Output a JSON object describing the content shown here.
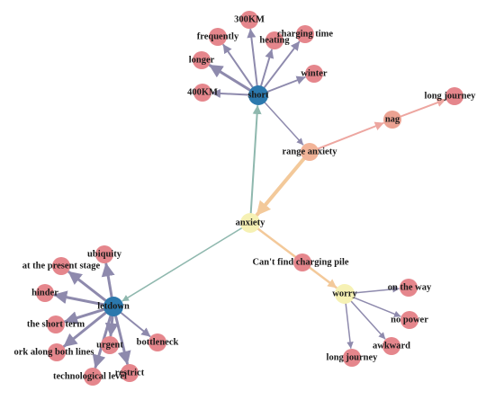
{
  "graph": {
    "colors": {
      "pink": "#e5868c",
      "blue": "#2b78ad",
      "yellow": "#f6f1b4",
      "peach": "#f2b498",
      "salmon": "#eba292",
      "purple_edge": "#8e8aad",
      "teal_edge": "#8fb8ae",
      "orange_edge": "#f3c99a",
      "pinkedge": "#eda6a0"
    },
    "nodes": [
      {
        "id": "short",
        "label": "short",
        "color": "blue"
      },
      {
        "id": "300km",
        "label": "300KM",
        "color": "pink"
      },
      {
        "id": "frequently",
        "label": "frequently",
        "color": "pink"
      },
      {
        "id": "heating",
        "label": "heating",
        "color": "pink"
      },
      {
        "id": "charging_time",
        "label": "charging time",
        "color": "pink"
      },
      {
        "id": "longer",
        "label": "longer",
        "color": "pink"
      },
      {
        "id": "winter",
        "label": "winter",
        "color": "pink"
      },
      {
        "id": "400km",
        "label": "400KM",
        "color": "pink"
      },
      {
        "id": "range_anxiety",
        "label": "range anxiety",
        "color": "peach"
      },
      {
        "id": "nag",
        "label": "nag",
        "color": "salmon"
      },
      {
        "id": "long_journey_top",
        "label": "long journey",
        "color": "pink"
      },
      {
        "id": "anxiety",
        "label": "anxiety",
        "color": "yellow"
      },
      {
        "id": "cant_find",
        "label": "Can't find charging pile",
        "color": "pink"
      },
      {
        "id": "worry",
        "label": "worry",
        "color": "yellow"
      },
      {
        "id": "on_the_way",
        "label": "on the way",
        "color": "pink"
      },
      {
        "id": "no_power",
        "label": "no power",
        "color": "pink"
      },
      {
        "id": "awkward",
        "label": "awkward",
        "color": "pink"
      },
      {
        "id": "long_journey_bottom",
        "label": "long journey",
        "color": "pink"
      },
      {
        "id": "letdown",
        "label": "letdown",
        "color": "blue"
      },
      {
        "id": "ubiquity",
        "label": "ubiquity",
        "color": "pink"
      },
      {
        "id": "present_stage",
        "label": "at the present stage",
        "color": "pink"
      },
      {
        "id": "hinder",
        "label": "hinder",
        "color": "pink"
      },
      {
        "id": "short_term",
        "label": "the short term",
        "color": "pink"
      },
      {
        "id": "urgent",
        "label": "urgent",
        "color": "pink"
      },
      {
        "id": "both_lines",
        "label": "ork along both lines",
        "color": "pink"
      },
      {
        "id": "tech_level",
        "label": "technological level",
        "color": "pink"
      },
      {
        "id": "restrict",
        "label": "restrict",
        "color": "pink"
      },
      {
        "id": "bottleneck",
        "label": "bottleneck",
        "color": "pink"
      }
    ],
    "edges": [
      {
        "from": "short",
        "to": "300km",
        "color": "purple_edge",
        "weight": 2
      },
      {
        "from": "short",
        "to": "frequently",
        "color": "purple_edge",
        "weight": 2
      },
      {
        "from": "short",
        "to": "heating",
        "color": "purple_edge",
        "weight": 2
      },
      {
        "from": "short",
        "to": "charging_time",
        "color": "purple_edge",
        "weight": 2
      },
      {
        "from": "short",
        "to": "longer",
        "color": "purple_edge",
        "weight": 3
      },
      {
        "from": "short",
        "to": "winter",
        "color": "purple_edge",
        "weight": 2
      },
      {
        "from": "short",
        "to": "400km",
        "color": "purple_edge",
        "weight": 2
      },
      {
        "from": "short",
        "to": "range_anxiety",
        "color": "purple_edge",
        "weight": 1.5
      },
      {
        "from": "range_anxiety",
        "to": "nag",
        "color": "pinkedge",
        "weight": 2
      },
      {
        "from": "nag",
        "to": "long_journey_top",
        "color": "pinkedge",
        "weight": 2
      },
      {
        "from": "range_anxiety",
        "to": "anxiety",
        "color": "orange_edge",
        "weight": 4
      },
      {
        "from": "anxiety",
        "to": "short",
        "color": "teal_edge",
        "weight": 2
      },
      {
        "from": "anxiety",
        "to": "worry",
        "color": "orange_edge",
        "weight": 2.5
      },
      {
        "from": "anxiety",
        "to": "letdown",
        "color": "teal_edge",
        "weight": 1.5
      },
      {
        "from": "worry",
        "to": "on_the_way",
        "color": "purple_edge",
        "weight": 1.5
      },
      {
        "from": "worry",
        "to": "no_power",
        "color": "purple_edge",
        "weight": 1.5
      },
      {
        "from": "worry",
        "to": "awkward",
        "color": "purple_edge",
        "weight": 1.5
      },
      {
        "from": "worry",
        "to": "long_journey_bottom",
        "color": "purple_edge",
        "weight": 1.5
      },
      {
        "from": "letdown",
        "to": "ubiquity",
        "color": "purple_edge",
        "weight": 3
      },
      {
        "from": "letdown",
        "to": "present_stage",
        "color": "purple_edge",
        "weight": 3
      },
      {
        "from": "letdown",
        "to": "hinder",
        "color": "purple_edge",
        "weight": 3
      },
      {
        "from": "letdown",
        "to": "short_term",
        "color": "purple_edge",
        "weight": 3
      },
      {
        "from": "letdown",
        "to": "urgent",
        "color": "purple_edge",
        "weight": 3
      },
      {
        "from": "letdown",
        "to": "both_lines",
        "color": "purple_edge",
        "weight": 3
      },
      {
        "from": "letdown",
        "to": "tech_level",
        "color": "purple_edge",
        "weight": 3
      },
      {
        "from": "letdown",
        "to": "restrict",
        "color": "purple_edge",
        "weight": 3
      },
      {
        "from": "letdown",
        "to": "bottleneck",
        "color": "purple_edge",
        "weight": 2
      }
    ]
  }
}
